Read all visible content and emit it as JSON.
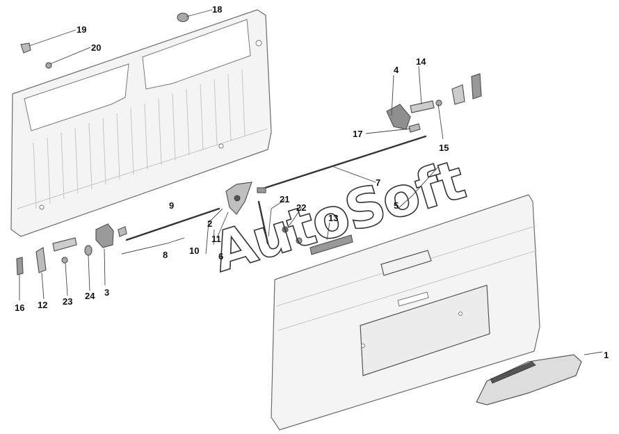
{
  "watermark": "AutoSoft",
  "callouts": [
    {
      "id": "1",
      "label": "1"
    },
    {
      "id": "2",
      "label": "2"
    },
    {
      "id": "3",
      "label": "3"
    },
    {
      "id": "4",
      "label": "4"
    },
    {
      "id": "5",
      "label": "5"
    },
    {
      "id": "6",
      "label": "6"
    },
    {
      "id": "7",
      "label": "7"
    },
    {
      "id": "8",
      "label": "8"
    },
    {
      "id": "9",
      "label": "9"
    },
    {
      "id": "10",
      "label": "10"
    },
    {
      "id": "11",
      "label": "11"
    },
    {
      "id": "12",
      "label": "12"
    },
    {
      "id": "13",
      "label": "13"
    },
    {
      "id": "14",
      "label": "14"
    },
    {
      "id": "15",
      "label": "15"
    },
    {
      "id": "16",
      "label": "16"
    },
    {
      "id": "17",
      "label": "17"
    },
    {
      "id": "18",
      "label": "18"
    },
    {
      "id": "19",
      "label": "19"
    },
    {
      "id": "20",
      "label": "20"
    },
    {
      "id": "21",
      "label": "21"
    },
    {
      "id": "22",
      "label": "22"
    },
    {
      "id": "23",
      "label": "23"
    },
    {
      "id": "24",
      "label": "24"
    }
  ]
}
